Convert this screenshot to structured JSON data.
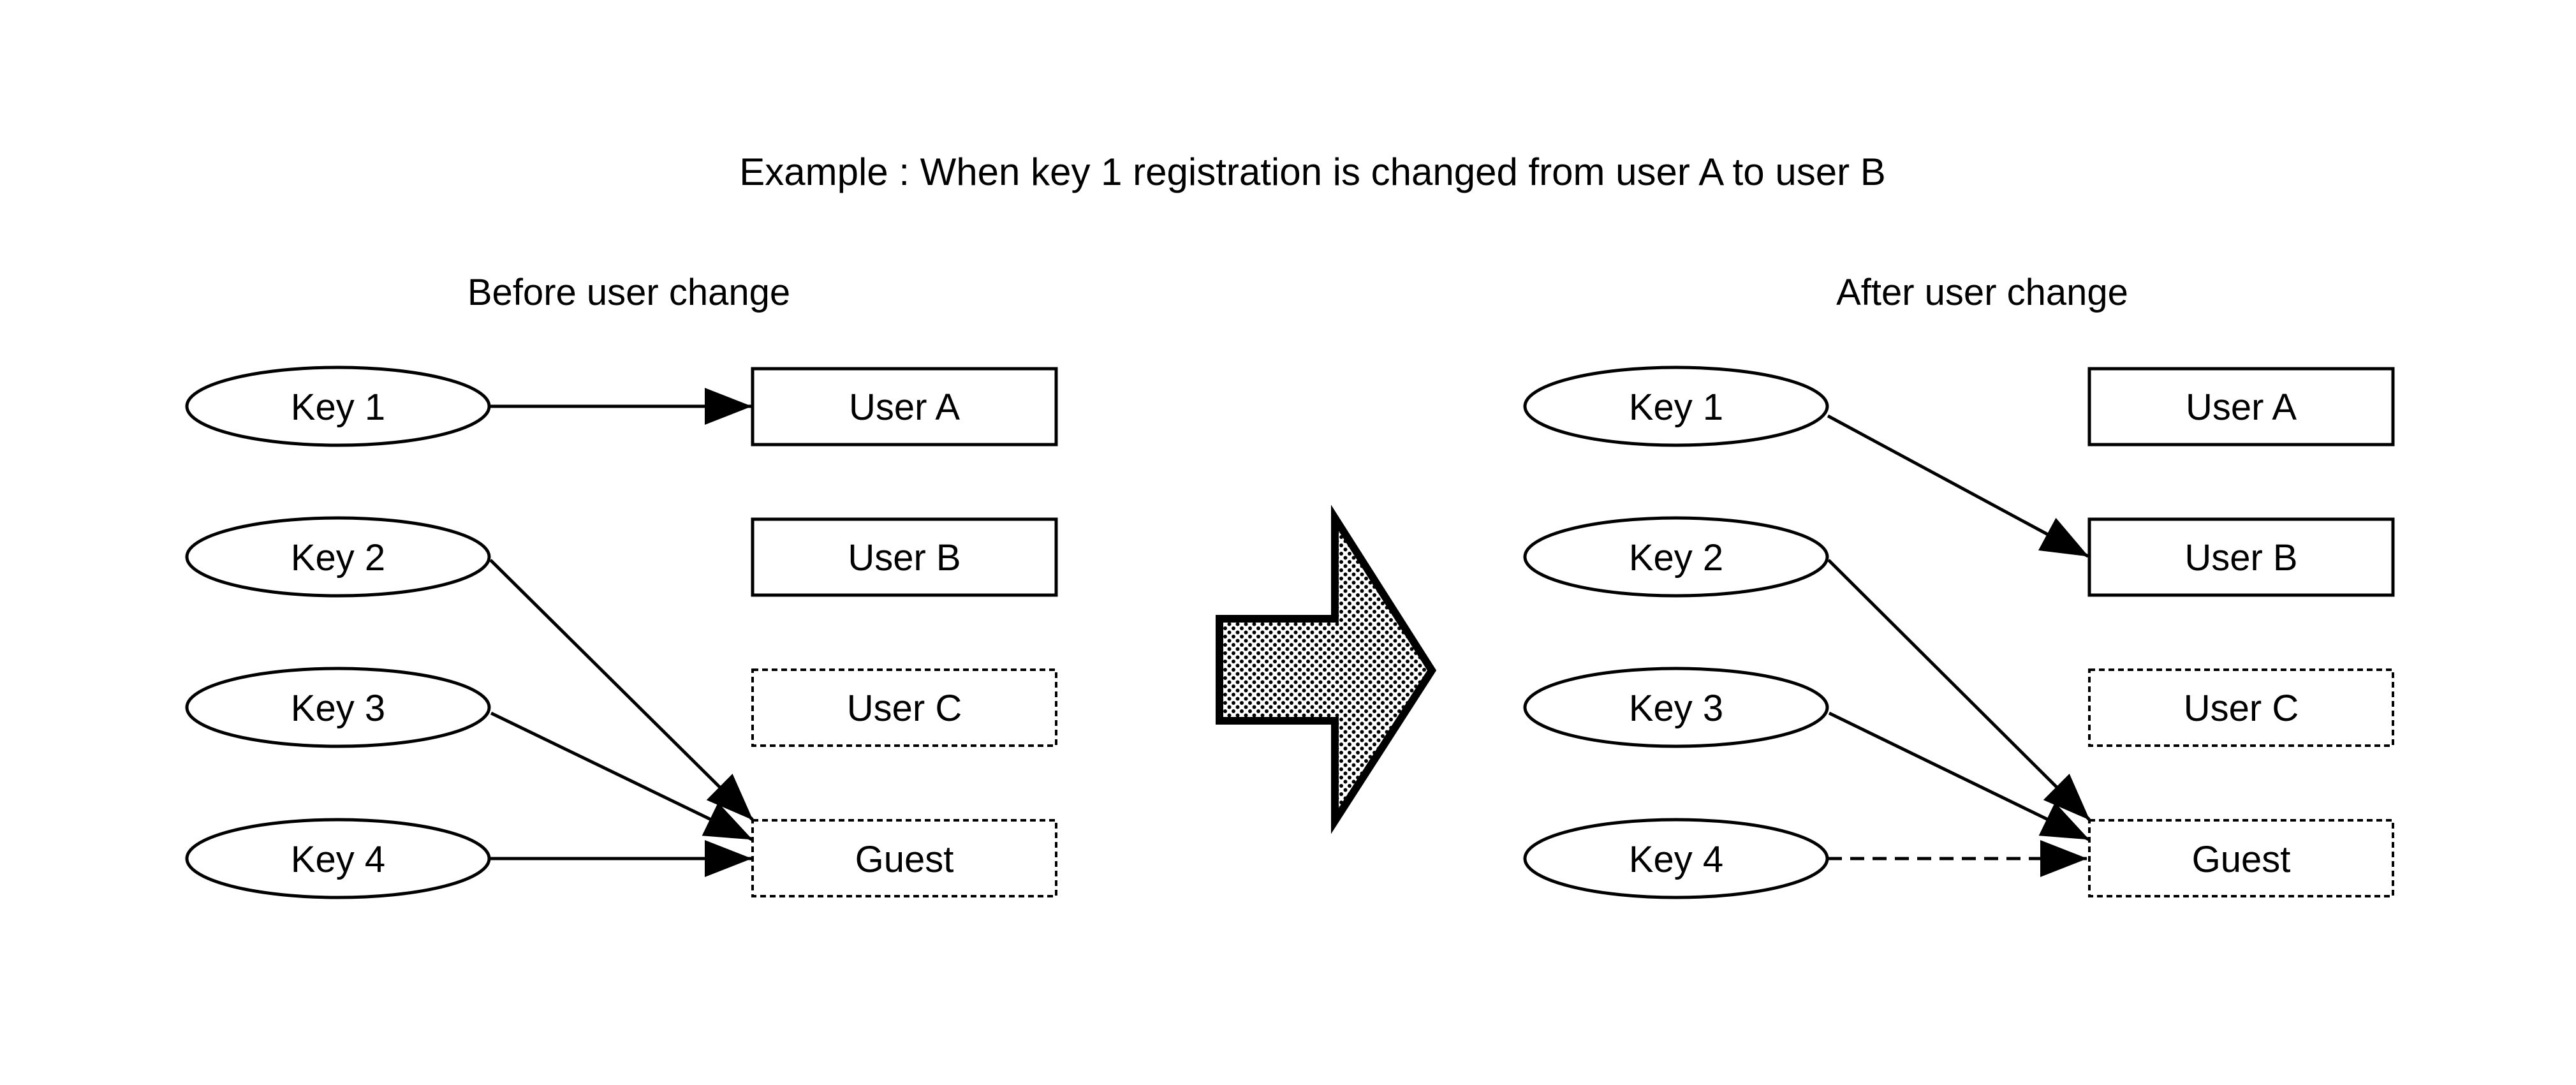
{
  "figure": {
    "title": "Example : When key 1 registration is changed from user A to user B"
  },
  "colors": {
    "ink": "#000000",
    "paper": "#ffffff"
  },
  "before": {
    "heading": "Before user change",
    "keys": [
      "Key 1",
      "Key 2",
      "Key 3",
      "Key 4"
    ],
    "users": [
      "User A",
      "User B",
      "User C",
      "Guest"
    ],
    "mappings": [
      {
        "from": "Key 1",
        "to": "User A"
      },
      {
        "from": "Key 2",
        "to": "Guest"
      },
      {
        "from": "Key 3",
        "to": "Guest"
      },
      {
        "from": "Key 4",
        "to": "Guest"
      }
    ]
  },
  "after": {
    "heading": "After user change",
    "keys": [
      "Key 1",
      "Key 2",
      "Key 3",
      "Key 4"
    ],
    "users": [
      "User A",
      "User B",
      "User C",
      "Guest"
    ],
    "mappings": [
      {
        "from": "Key 1",
        "to": "User B"
      },
      {
        "from": "Key 2",
        "to": "Guest"
      },
      {
        "from": "Key 3",
        "to": "Guest"
      },
      {
        "from": "Key 4",
        "to": "Guest"
      }
    ]
  },
  "transition_arrow": {
    "direction": "right",
    "fill_style": "halftone-dots"
  }
}
